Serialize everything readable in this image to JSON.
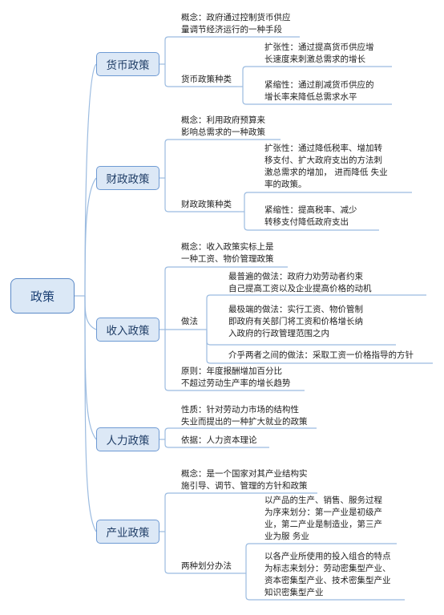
{
  "root": "政策",
  "branches": {
    "b1": "货币政策",
    "b2": "财政政策",
    "b3": "收入政策",
    "b4": "人力政策",
    "b5": "产业政策"
  },
  "leaves": {
    "monetary_concept": [
      "概念：政府通过控制货币供应",
      "量调节经济运行的一种手段"
    ],
    "monetary_types": "货币政策种类",
    "monetary_expansion": [
      "扩张性：通过提高货币供应增",
      "长速度来刺激总需求的增长"
    ],
    "monetary_tight": [
      "紧缩性：通过削减货币供应的",
      "增长率来降低总需求水平"
    ],
    "fiscal_concept": [
      "概念：利用政府预算来",
      "影响总需求的一种政策"
    ],
    "fiscal_types": "财政政策种类",
    "fiscal_expansion": [
      "扩张性：通过降低税率、增加转",
      "移支付、扩大政府支出的方法刺",
      "激总需求的增加， 进而降低 失业",
      "率的政策。"
    ],
    "fiscal_tight": [
      "紧缩性：提高税率、减少",
      "转移支付降低政府支出"
    ],
    "income_concept": [
      "概念：收入政策实标上是",
      "一种工资、物价管理政策"
    ],
    "income_method": "做法",
    "income_common": [
      "最普遍的做法：政府力劝劳动者约束",
      "自己提高工资以及企业提高价格的动机"
    ],
    "income_extreme": [
      "最极端的做法：实行工资、物价管制",
      "即政府有关部门将工资和价格增长纳",
      "入政府的行政管理范围之内"
    ],
    "income_between": "介乎两者之间的做法：采取工资一价格指导的方针",
    "income_principle": [
      "原则：年度报酬增加百分比",
      "不超过劳动生产率的增长趋势"
    ],
    "labor_nature": [
      "性质：针对劳动力市场的结构性",
      "失业而提出的一种扩大就业的政策"
    ],
    "labor_basis": "依据：人力资本理论",
    "industry_concept": [
      "概念：是一个国家对其产业结构实",
      "施引导、调节、管理的方针和政策"
    ],
    "industry_methods": "两种划分办法",
    "industry_m1": [
      "以产品的生产、销售、服务过程",
      "为序来划分：第一产业是初级产",
      "业，第二产业是制造业，第三产",
      "业为服 务业"
    ],
    "industry_m2": [
      "以各产业所使用的投入组合的特点",
      "为标志来划分：劳动密集型产业、",
      "资本密集型产业、技术密集型产业",
      " 知识密集型产业"
    ]
  },
  "colors": {
    "line": "#9bbbe0",
    "node_fill": "#dce8f6",
    "node_border": "#6e9ad3"
  }
}
